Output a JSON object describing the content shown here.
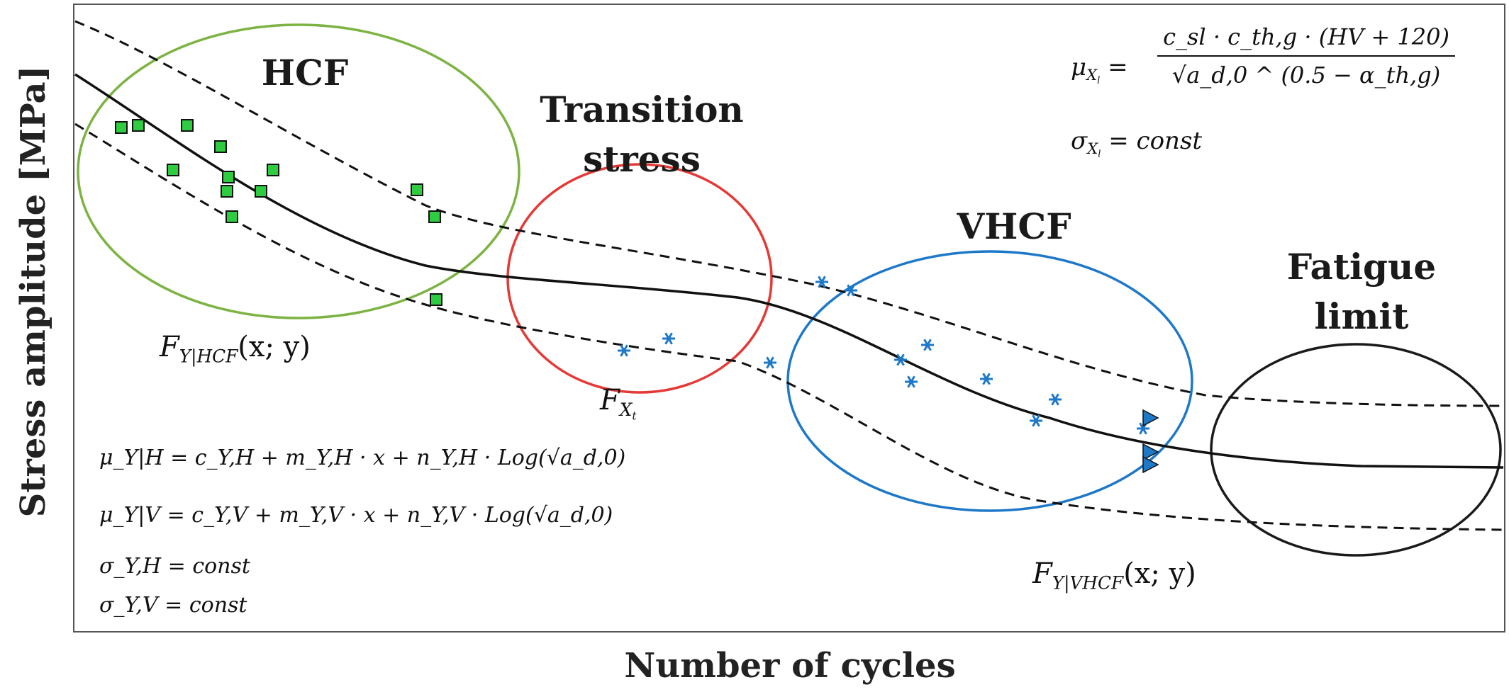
{
  "diagram": {
    "y_axis_label": "Stress amplitude [MPa]",
    "x_axis_label": "Number of cycles",
    "regions": {
      "hcf": {
        "title": "HCF",
        "color": "#7cb342"
      },
      "transition": {
        "title_line1": "Transition",
        "title_line2": "stress",
        "color": "#e53935"
      },
      "vhcf": {
        "title": "VHCF",
        "color": "#1e78c8"
      },
      "fatigue_limit": {
        "title_line1": "Fatigue",
        "title_line2": "limit",
        "color": "#1a1a1a"
      }
    },
    "marker_colors": {
      "hcf_points": "#2ecc40",
      "vhcf_points": "#1e78c8"
    },
    "formulas": {
      "F_hcf": {
        "base": "F",
        "sub": "Y|HCF",
        "args": "(x; y)"
      },
      "F_t": {
        "base": "F",
        "sub": "X",
        "subsub": "t"
      },
      "F_vhcf": {
        "base": "F",
        "sub": "Y|VHCF",
        "args": "(x; y)"
      },
      "mu_xl": {
        "lhs_base": "μ",
        "lhs_sub": "X",
        "lhs_subsub": "l",
        "numerator": "c_sl · c_th,g · (HV + 120)",
        "denominator": "√a_d,0 ^ (0.5 − α_th,g)"
      },
      "sigma_xl": {
        "base": "σ",
        "sub": "X",
        "subsub": "l",
        "rhs": "= const"
      },
      "mu_yh": "μ_Y|H = c_Y,H + m_Y,H · x + n_Y,H · Log(√a_d,0)",
      "mu_yv": "μ_Y|V = c_Y,V + m_Y,V · x + n_Y,V · Log(√a_d,0)",
      "sigma_yh": "σ_Y,H = const",
      "sigma_yv": "σ_Y,V = const"
    }
  }
}
